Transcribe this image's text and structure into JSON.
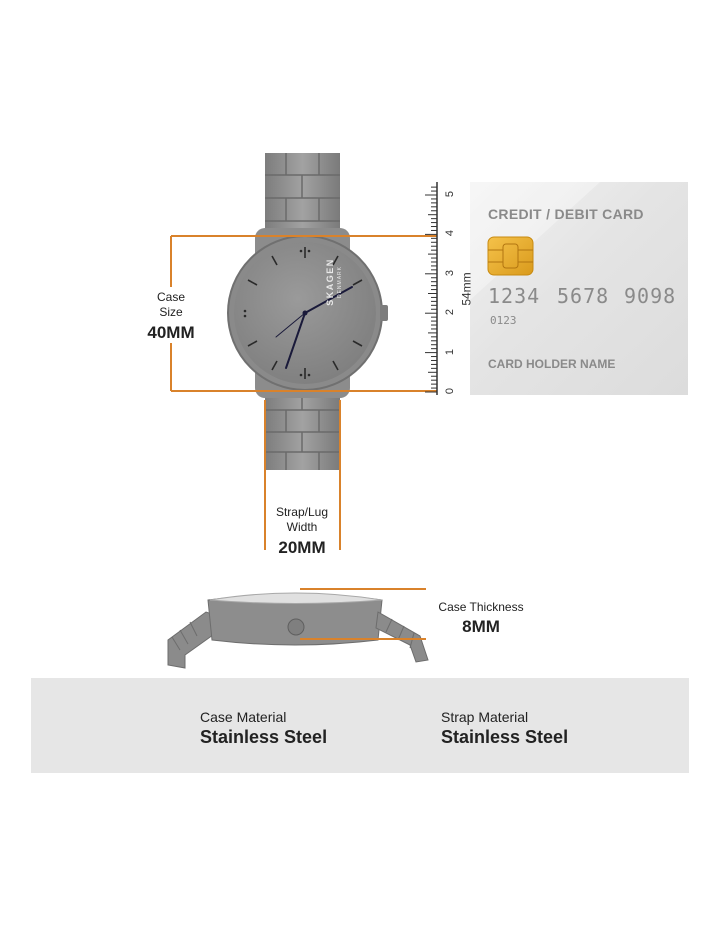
{
  "case_size": {
    "label": "Case\nSize",
    "line1": "Case",
    "line2": "Size",
    "value": "40MM"
  },
  "strap_width": {
    "line1": "Strap/Lug",
    "line2": "Width",
    "value": "20MM"
  },
  "case_thickness": {
    "label": "Case Thickness",
    "value": "8MM"
  },
  "brand": {
    "name": "SKAGEN",
    "sub": "DENMARK"
  },
  "card": {
    "title": "CREDIT / DEBIT CARD",
    "number_groups": [
      "1234",
      "5678",
      "9098"
    ],
    "small_number": "0123",
    "holder": "CARD HOLDER NAME"
  },
  "ruler": {
    "marks": [
      "0",
      "1",
      "2",
      "3",
      "4",
      "5"
    ],
    "label": "54mm"
  },
  "materials": {
    "case": {
      "label": "Case Material",
      "value": "Stainless Steel",
      "icon": "watch-icon"
    },
    "strap": {
      "label": "Strap Material",
      "value": "Stainless Steel",
      "icon": "strap-icon"
    }
  },
  "colors": {
    "accent": "#d9822b",
    "metal": "#8e8e8e",
    "dial": "#8a8a8a",
    "band": "#e6e6e6"
  }
}
